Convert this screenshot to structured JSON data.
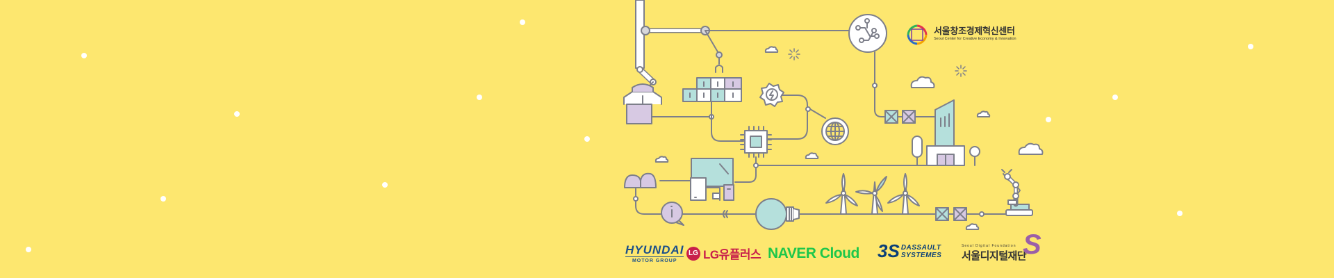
{
  "sponsors": {
    "hyundai": {
      "name": "HYUNDAI",
      "sub": "MOTOR GROUP"
    },
    "lg": {
      "badge": "LG",
      "name": "LG유플러스"
    },
    "naver": {
      "name": "NAVER Cloud"
    },
    "dassault": {
      "mark": "3S",
      "line1": "DASSAULT",
      "line2": "SYSTEMES"
    },
    "seoul_digital": {
      "en": "Seoul Digital Foundation",
      "ko": "서울디지털재단",
      "mark": "S"
    }
  },
  "center": {
    "ko": "서울창조경제혁신센터",
    "en": "Seoul Center for Creative Economy & Innovation"
  },
  "colors": {
    "background": "#fde76f",
    "line": "#7d7f8a",
    "mint": "#b5e0dc",
    "lavender": "#d7c9e3",
    "white": "#ffffff"
  },
  "icons": [
    "robot-arm-icon",
    "package-box-icon",
    "gripper-icon",
    "cube-blocks-icon",
    "lightning-sun-icon",
    "chip-icon",
    "globe-icon",
    "network-hub-icon",
    "cloud-icon",
    "building-icon",
    "tree-icon",
    "computer-icon",
    "info-icon",
    "lightbulb-icon",
    "wind-turbine-icon",
    "robot-assembly-icon"
  ]
}
